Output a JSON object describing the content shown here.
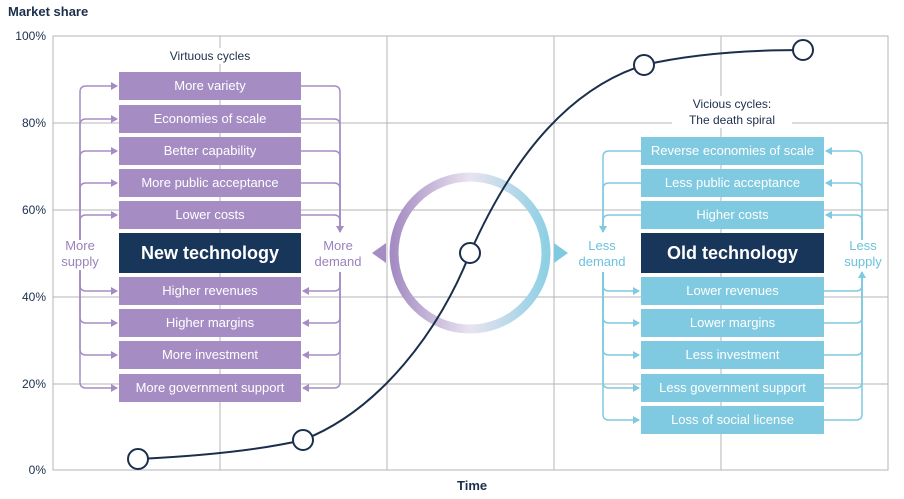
{
  "chart": {
    "ylabel": "Market share",
    "xlabel": "Time",
    "yticks": [
      "100%",
      "80%",
      "60%",
      "40%",
      "20%",
      "0%"
    ]
  },
  "virtuous": {
    "caption": "Virtuous cycles",
    "center": "New technology",
    "left": [
      "More",
      "supply"
    ],
    "right": [
      "More",
      "demand"
    ],
    "top_items": [
      "More variety",
      "Economies of scale",
      "Better capability",
      "More public acceptance",
      "Lower costs"
    ],
    "bottom_items": [
      "Higher revenues",
      "Higher margins",
      "More investment",
      "More government support"
    ],
    "color": "#a58dc3"
  },
  "vicious": {
    "caption": [
      "Vicious cycles:",
      "The death spiral"
    ],
    "center": "Old technology",
    "left": [
      "Less",
      "demand"
    ],
    "right": [
      "Less",
      "supply"
    ],
    "top_items": [
      "Reverse economies of scale",
      "Less public acceptance",
      "Higher costs"
    ],
    "bottom_items": [
      "Lower revenues",
      "Lower margins",
      "Less investment",
      "Less government support",
      "Loss of social license"
    ],
    "color": "#7fcae0"
  },
  "colors": {
    "navy": "#18355a",
    "grid": "#b5b5b5"
  }
}
